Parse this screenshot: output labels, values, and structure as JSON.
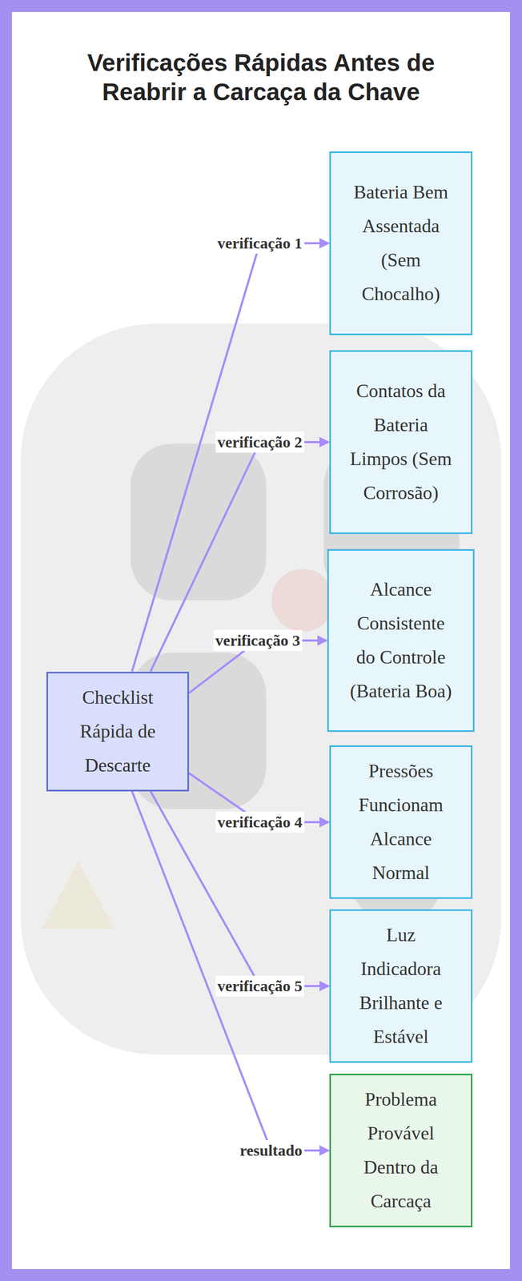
{
  "diagram": {
    "title": "Verificações Rápidas Antes de Reabrir a Carcaça da Chave",
    "nodes": [
      {
        "text": [
          "Checklist Rápida de Descarte"
        ]
      },
      {
        "text": [
          "Bateria Bem Assentada (Sem Chocalho)"
        ]
      },
      {
        "text": [
          "Contatos da Bateria Limpos (Sem Corrosão)"
        ]
      },
      {
        "text": [
          "Alcance Consistente do Controle (Bateria Boa)"
        ]
      },
      {
        "text": [
          "Pressões Funcionam Alcance Normal"
        ]
      },
      {
        "text": [
          "Luz Indicadora Brilhante e Estável"
        ]
      },
      {
        "text": [
          "Problema Provável Dentro da Carcaça"
        ]
      }
    ],
    "edges": [
      {
        "from": 0,
        "to": 1,
        "label": "verificação 1",
        "arrow": "to"
      },
      {
        "from": 0,
        "to": 2,
        "label": "verificação 2",
        "arrow": "to"
      },
      {
        "from": 0,
        "to": 3,
        "label": "verificação 3",
        "arrow": "to"
      },
      {
        "from": 0,
        "to": 4,
        "label": "verificação 4",
        "arrow": "to"
      },
      {
        "from": 0,
        "to": 5,
        "label": "verificação 5",
        "arrow": "to"
      },
      {
        "from": 0,
        "to": 6,
        "label": "resultado",
        "arrow": "to"
      }
    ]
  }
}
